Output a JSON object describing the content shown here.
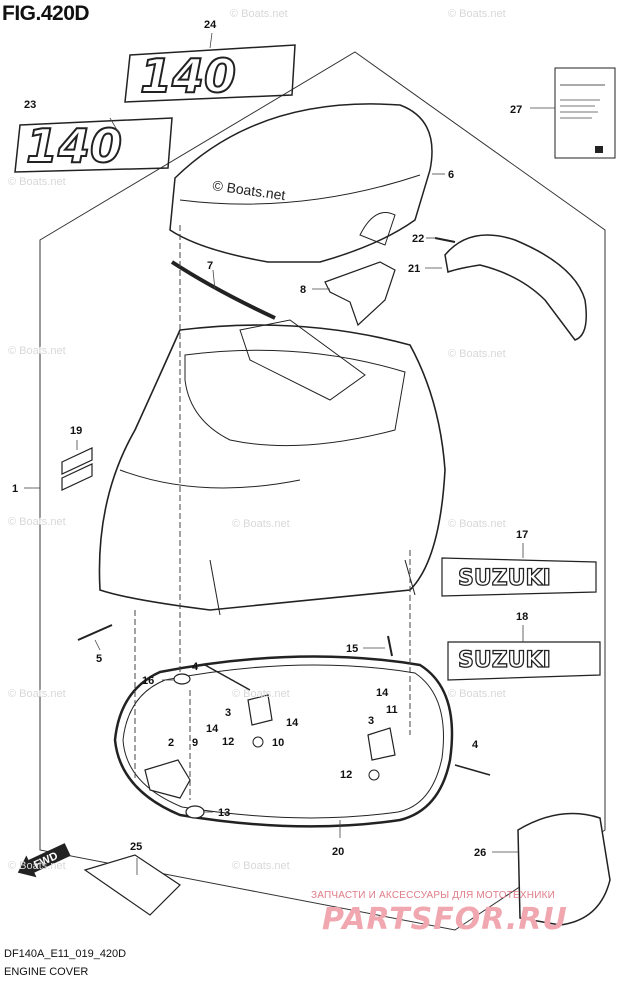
{
  "figure": {
    "title": "FIG.420D",
    "code": "DF140A_E11_019_420D",
    "caption": "ENGINE COVER"
  },
  "decals": {
    "model_number": "140",
    "brand": "SUZUKI",
    "cover_text": "© Boats.net"
  },
  "watermark": "© Boats.net",
  "dealer": {
    "line": "ЗАПЧАСТИ И АКСЕССУАРЫ ДЛЯ МОТОТЕХНИКИ",
    "logo": "PARTSFOR.RU"
  },
  "callouts": {
    "c1": "1",
    "c2": "2",
    "c3a": "3",
    "c3b": "3",
    "c4a": "4",
    "c4b": "4",
    "c5": "5",
    "c6": "6",
    "c7": "7",
    "c8": "8",
    "c9": "9",
    "c10": "10",
    "c11": "11",
    "c12a": "12",
    "c12b": "12",
    "c13": "13",
    "c14a": "14",
    "c14b": "14",
    "c14c": "14",
    "c15": "15",
    "c16": "16",
    "c17": "17",
    "c18": "18",
    "c19": "19",
    "c20": "20",
    "c21": "21",
    "c22": "22",
    "c23": "23",
    "c24": "24",
    "c25": "25",
    "c26": "26",
    "c27": "27"
  },
  "fwd_label": "FWD"
}
